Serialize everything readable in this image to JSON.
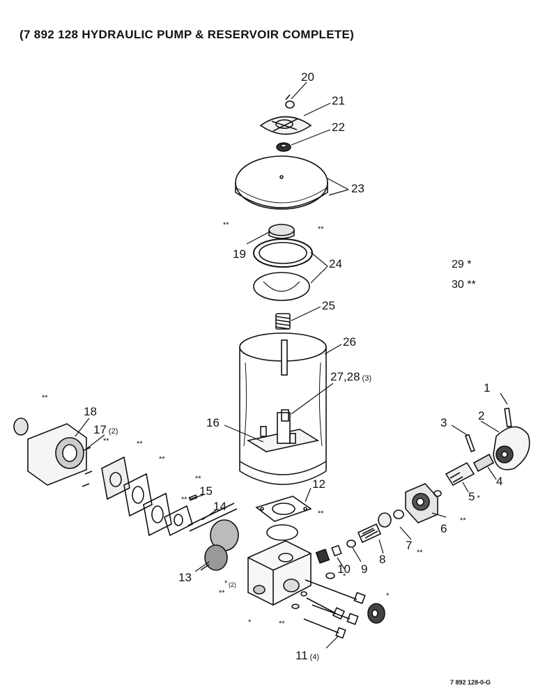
{
  "title": "(7 892 128 HYDRAULIC PUMP & RESERVOIR COMPLETE)",
  "reference_code": "7 892 128-0-G",
  "legend": [
    {
      "number": "29",
      "mark": "*"
    },
    {
      "number": "30",
      "mark": "**"
    }
  ],
  "callouts": [
    {
      "id": "c1",
      "text": "1"
    },
    {
      "id": "c2",
      "text": "2"
    },
    {
      "id": "c3",
      "text": "3"
    },
    {
      "id": "c4",
      "text": "4"
    },
    {
      "id": "c5",
      "text": "5",
      "mark": "*"
    },
    {
      "id": "c6",
      "text": "6"
    },
    {
      "id": "c7",
      "text": "7"
    },
    {
      "id": "c8",
      "text": "8"
    },
    {
      "id": "c9",
      "text": "9"
    },
    {
      "id": "c10",
      "text": "10"
    },
    {
      "id": "c11",
      "text": "11",
      "qty": "(4)"
    },
    {
      "id": "c12",
      "text": "12"
    },
    {
      "id": "c13",
      "text": "13"
    },
    {
      "id": "c14",
      "text": "14"
    },
    {
      "id": "c15",
      "text": "15"
    },
    {
      "id": "c16",
      "text": "16"
    },
    {
      "id": "c17",
      "text": "17",
      "qty": "(2)"
    },
    {
      "id": "c18",
      "text": "18"
    },
    {
      "id": "c19",
      "text": "19"
    },
    {
      "id": "c20",
      "text": "20"
    },
    {
      "id": "c21",
      "text": "21"
    },
    {
      "id": "c22",
      "text": "22"
    },
    {
      "id": "c23",
      "text": "23"
    },
    {
      "id": "c24",
      "text": "24"
    },
    {
      "id": "c25",
      "text": "25"
    },
    {
      "id": "c26",
      "text": "26"
    },
    {
      "id": "c27",
      "text": "27,28",
      "qty": "(3)"
    }
  ],
  "markers": {
    "single": "*",
    "double": "**",
    "qty_note": "(2)"
  }
}
